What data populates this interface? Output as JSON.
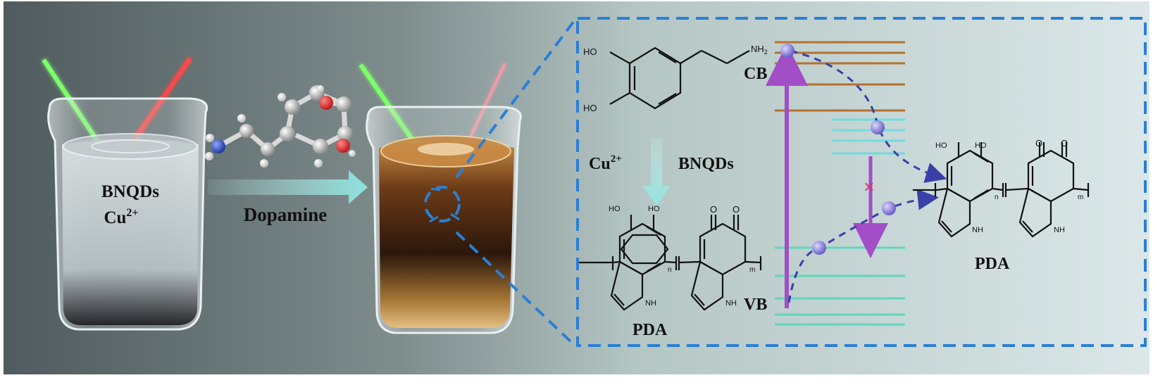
{
  "beaker1": {
    "label_line1": "BNQDs",
    "label_cu": "Cu",
    "label_cu_sup": "2+"
  },
  "arrow_label": "Dopamine",
  "inset": {
    "reagent_cu": "Cu",
    "reagent_cu_sup": "2+",
    "reagent_bnqds": "BNQDs",
    "dopamine": {
      "ho_top": "HO",
      "ho_bottom": "HO",
      "nh2": "NH",
      "nh2_sub": "2"
    },
    "pda_left": {
      "title": "PDA",
      "ho1": "HO",
      "ho2": "HO",
      "o1": "O",
      "o2": "O",
      "nh1": "NH",
      "nh2": "NH",
      "n": "n",
      "m": "m"
    },
    "pda_right": {
      "title": "PDA",
      "ho1": "HO",
      "ho2": "HO",
      "o1": "O",
      "o2": "O",
      "nh1": "NH",
      "nh2": "NH",
      "n": "n",
      "m": "m"
    },
    "cb": "CB",
    "vb": "VB",
    "cross": "×"
  },
  "colors": {
    "dash_blue": "#2a7fd6",
    "cb_band": "#b5712e",
    "vb_band": "#5fd6bc",
    "lumo_band": "#6fdce0",
    "excitation_arrow": "#a24ec7",
    "electron": "#7a6fd0",
    "transfer_dash": "#3b3fa8",
    "cross_mark": "#d43a6f"
  }
}
